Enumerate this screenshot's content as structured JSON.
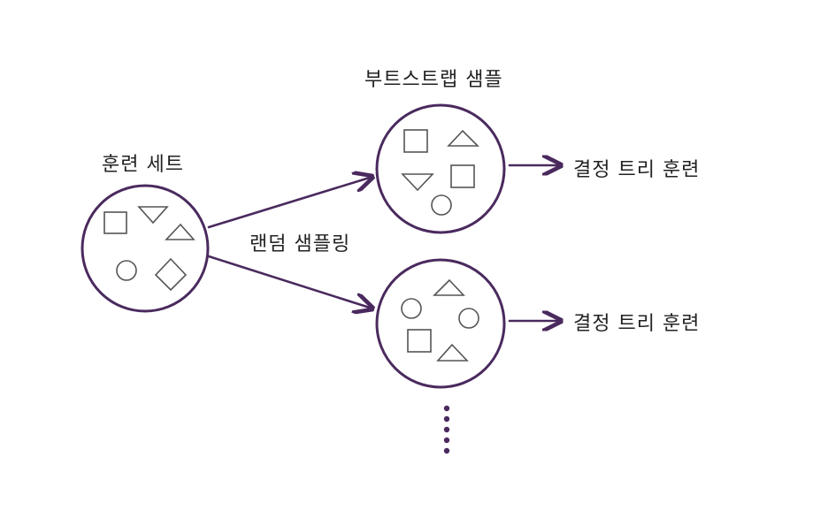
{
  "labels": {
    "training_set": "훈련 세트",
    "bootstrap_sample": "부트스트랩 샘플",
    "random_sampling": "랜덤 샘플링",
    "train_tree_1": "결정 트리 훈련",
    "train_tree_2": "결정 트리 훈련"
  },
  "colors": {
    "stroke": "#4a2a5e",
    "shape": "#555555"
  }
}
